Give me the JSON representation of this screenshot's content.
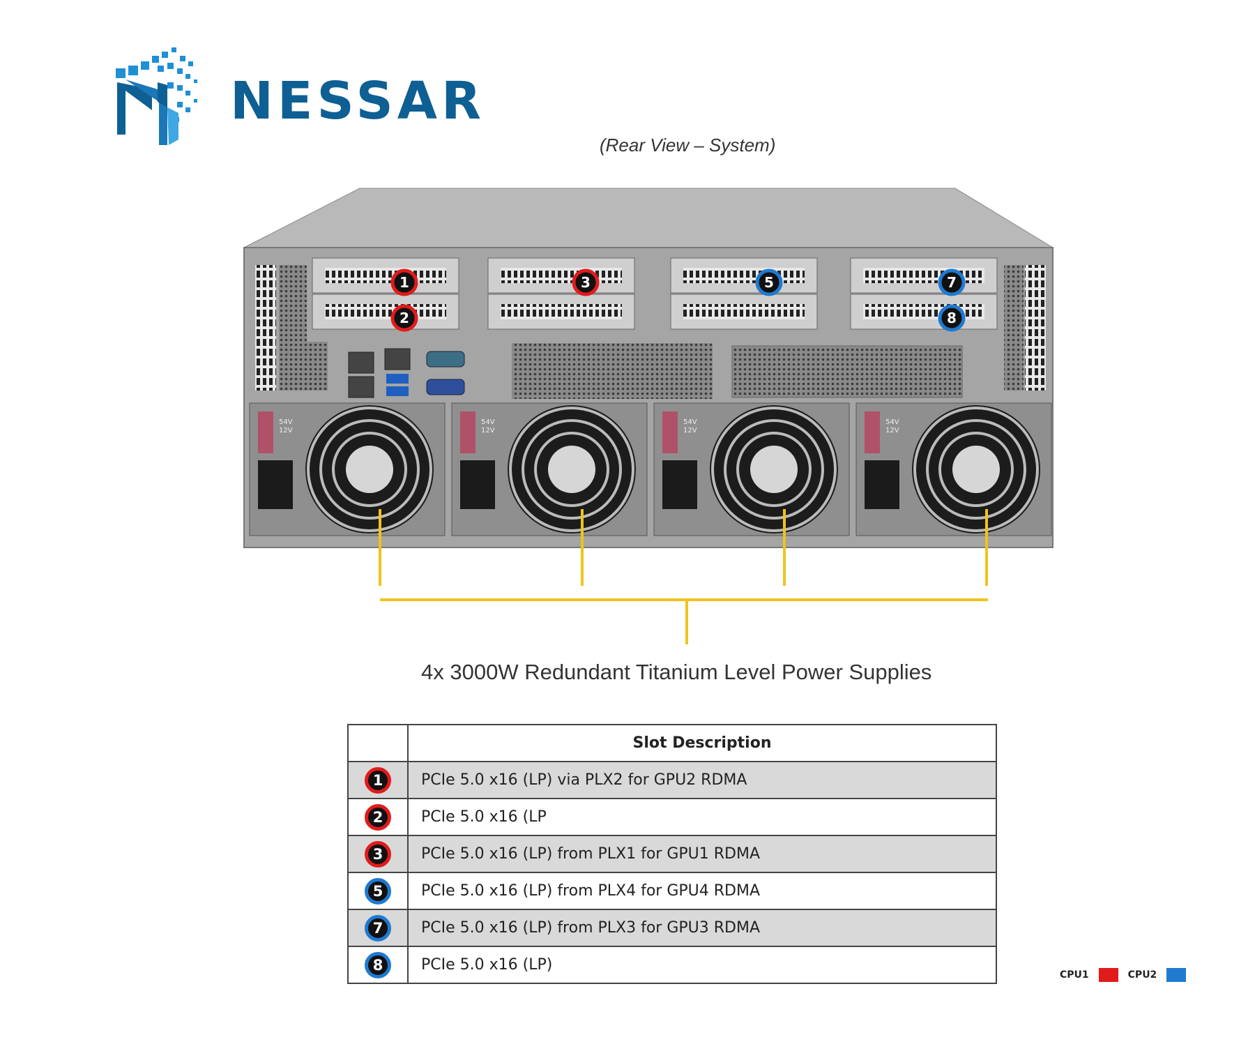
{
  "logo": {
    "text": "NESSAR",
    "color": "#0e5f93"
  },
  "view_caption": "(Rear View – System)",
  "psu_caption": "4x 3000W Redundant Titanium Level Power Supplies",
  "colors": {
    "cpu1": "#e11b1b",
    "cpu2": "#1f7ad0",
    "psu_leader": "#f2c21b"
  },
  "server": {
    "slot_badges": [
      {
        "num": "1",
        "cpu": "cpu1"
      },
      {
        "num": "2",
        "cpu": "cpu1"
      },
      {
        "num": "3",
        "cpu": "cpu1"
      },
      {
        "num": "5",
        "cpu": "cpu2"
      },
      {
        "num": "7",
        "cpu": "cpu2"
      },
      {
        "num": "8",
        "cpu": "cpu2"
      }
    ],
    "psu_labels": {
      "line1": "54V",
      "line2": "12V"
    }
  },
  "table": {
    "header": "Slot Description",
    "rows": [
      {
        "num": "1",
        "cpu": "cpu1",
        "desc": "PCIe 5.0 x16 (LP) via PLX2 for GPU2 RDMA"
      },
      {
        "num": "2",
        "cpu": "cpu1",
        "desc": "PCIe 5.0 x16 (LP"
      },
      {
        "num": "3",
        "cpu": "cpu1",
        "desc": "PCIe 5.0 x16 (LP) from PLX1 for GPU1 RDMA"
      },
      {
        "num": "5",
        "cpu": "cpu2",
        "desc": "PCIe 5.0 x16 (LP) from PLX4 for GPU4 RDMA"
      },
      {
        "num": "7",
        "cpu": "cpu2",
        "desc": "PCIe 5.0 x16 (LP) from PLX3 for GPU3 RDMA"
      },
      {
        "num": "8",
        "cpu": "cpu2",
        "desc": "PCIe 5.0 x16 (LP)"
      }
    ]
  },
  "legend": {
    "cpu1_label": "CPU1",
    "cpu2_label": "CPU2"
  }
}
